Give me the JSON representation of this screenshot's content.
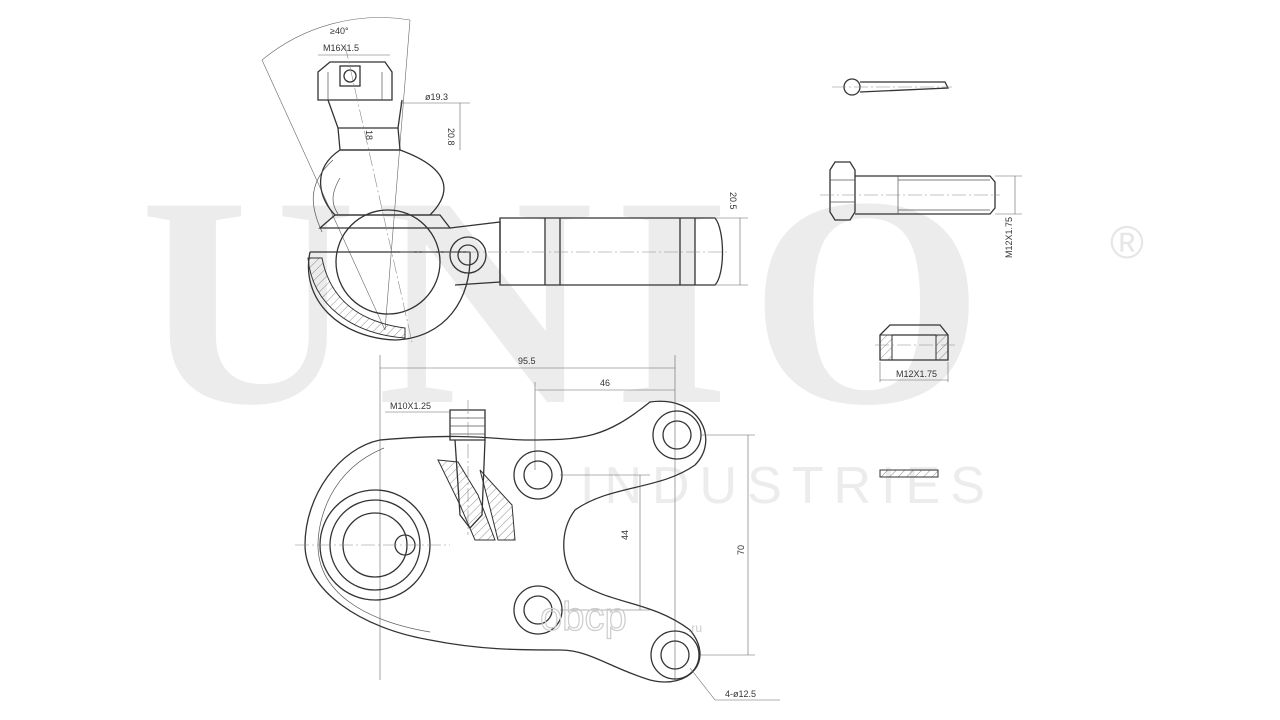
{
  "watermark": {
    "brand": "UNIO",
    "registered": "®",
    "industries": "INDUSTRIES",
    "site_logo": "obcp",
    "site_suffix": ".ru"
  },
  "dimensions": {
    "angle": "≥40°",
    "stud_thread": "M16X1.5",
    "dia_taper": "ø19.3",
    "taper_length": "20.8",
    "dim_18": "18",
    "arm_height": "20.5",
    "bolt_thread": "M12X1.75",
    "nut_thread": "M12X1.75",
    "length_total": "95.5",
    "length_46": "46",
    "grease_thread": "M10X1.25",
    "hole_pitch_44": "44",
    "hole_pitch_70": "70",
    "holes": "4-ø12.5"
  },
  "colors": {
    "line": "#333333",
    "watermark": "#ececec",
    "background": "#ffffff"
  }
}
